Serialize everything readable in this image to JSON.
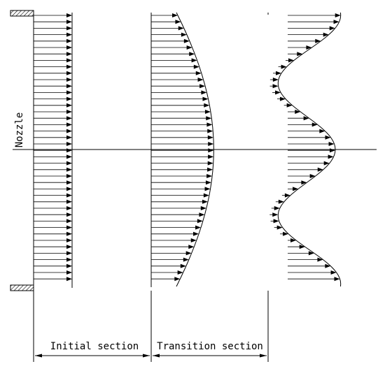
{
  "diagram": {
    "nozzle_label": "Nozzle",
    "initial_section_label": "Initial section",
    "transition_section_label": "Transition section"
  },
  "colors": {
    "ink": "#000000",
    "background": "#ffffff"
  }
}
